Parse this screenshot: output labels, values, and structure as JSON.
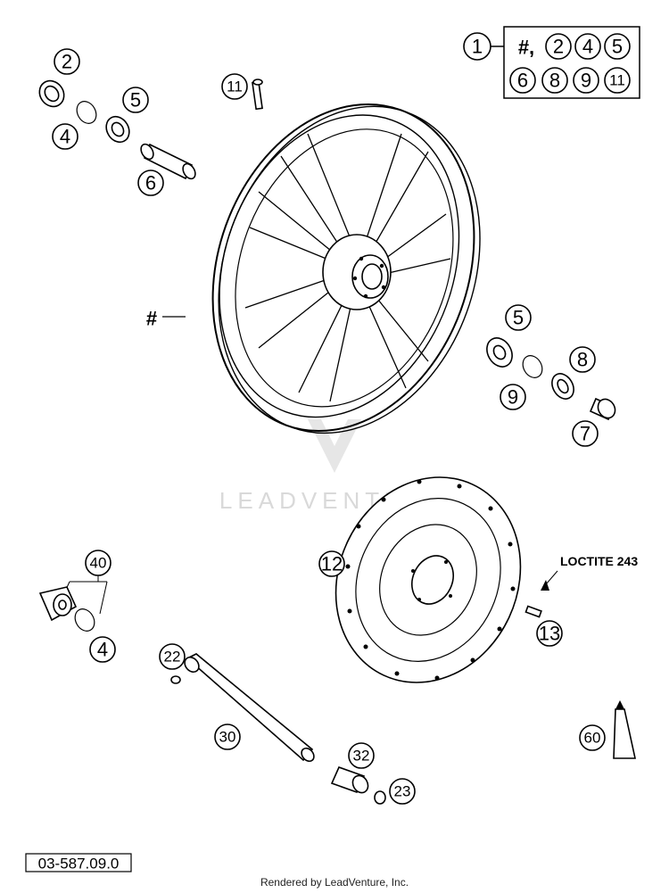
{
  "diagram": {
    "document_number": "03-587.09.0",
    "footer_credit": "Rendered by LeadVenture, Inc.",
    "watermark": "LEADVENTURE",
    "loctite_label": "LOCTITE 243",
    "kit_box": {
      "main": "1",
      "contents_prefix": "#,",
      "contents_row1": [
        "2",
        "4",
        "5"
      ],
      "contents_row2": [
        "6",
        "8",
        "9",
        "11"
      ]
    },
    "callouts": {
      "c2": "2",
      "c4_top": "4",
      "c5_top": "5",
      "c6": "6",
      "c11": "11",
      "hash": "#",
      "c5_right": "5",
      "c8": "8",
      "c9": "9",
      "c7": "7",
      "c12": "12",
      "c13": "13",
      "c40": "40",
      "c4_bottom": "4",
      "c22": "22",
      "c30": "30",
      "c32": "32",
      "c23": "23",
      "c60": "60"
    }
  }
}
